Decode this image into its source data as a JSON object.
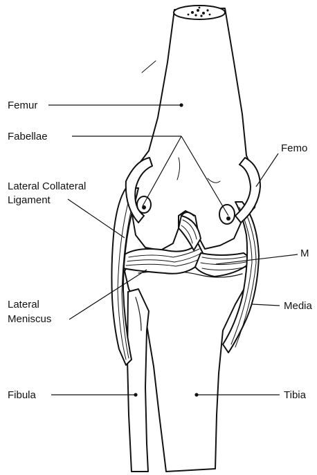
{
  "colors": {
    "ink": "#111111",
    "background": "#ffffff"
  },
  "labels": {
    "femur": "Femur",
    "fabellae": "Fabellae",
    "lateral_collateral_1": "Lateral Collateral",
    "lateral_collateral_2": "Ligament",
    "lateral_meniscus_1": "Lateral",
    "lateral_meniscus_2": "Meniscus",
    "fibula": "Fibula",
    "femoral_condyle_cut": "Femo",
    "medial_meniscus_cut": "M",
    "medial_collateral_cut": "Media",
    "tibia": "Tibia"
  }
}
